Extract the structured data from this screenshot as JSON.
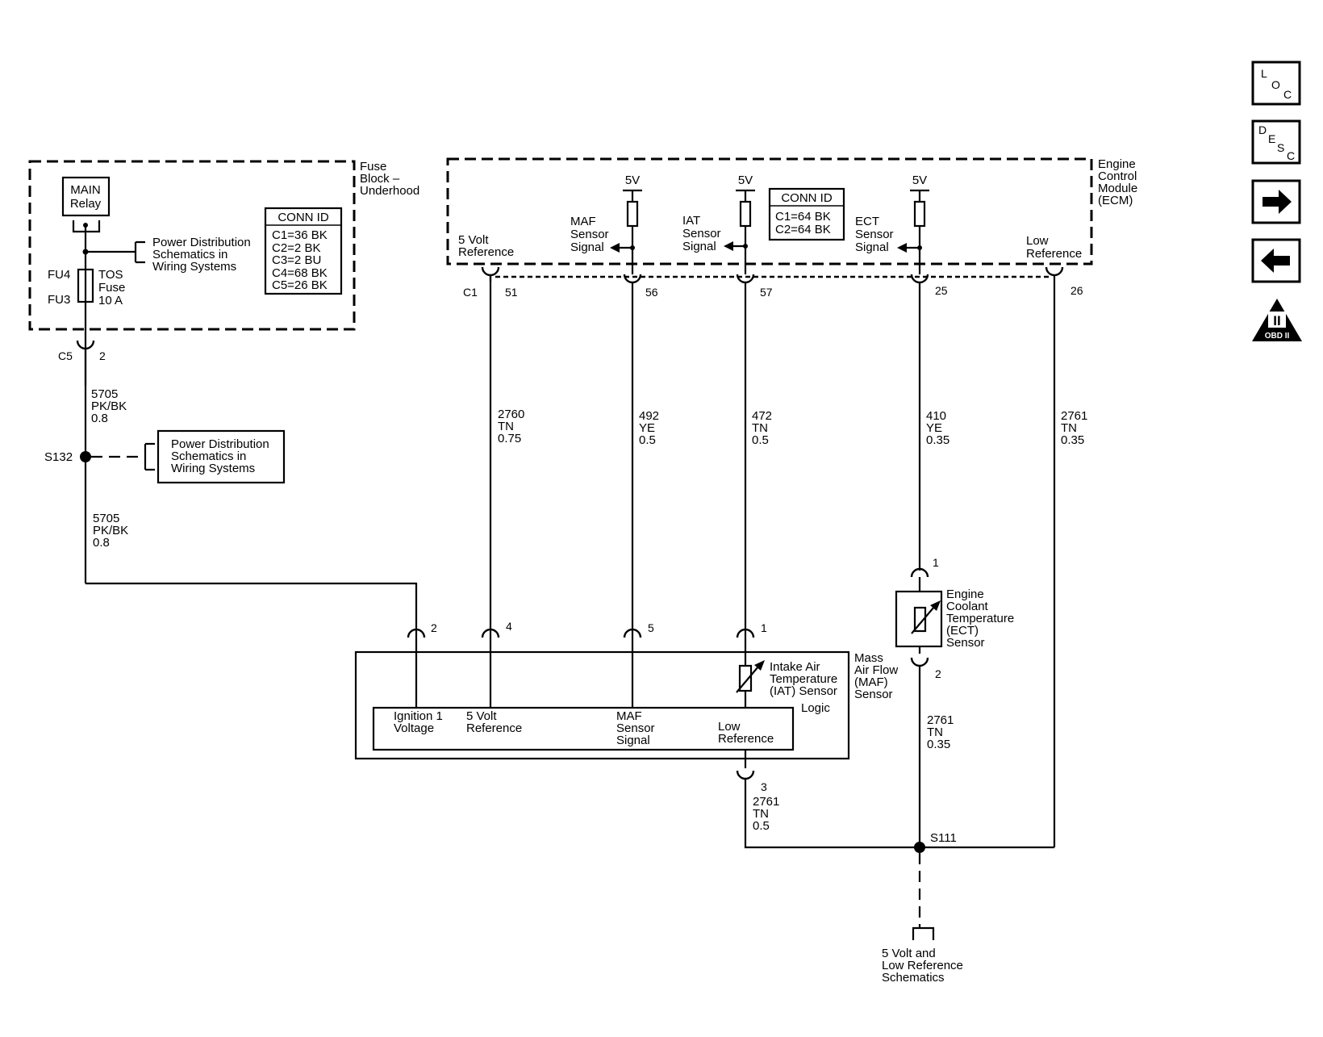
{
  "nav": {
    "loc": {
      "l1": "L",
      "l2": "O",
      "l3": "C"
    },
    "desc": {
      "l1": "D",
      "l2": "E",
      "l3": "S",
      "l4": "C"
    },
    "obd_label": "OBD II",
    "obd_mark": "II"
  },
  "fuse_block": {
    "label": [
      "Fuse",
      "Block –",
      "Underhood"
    ],
    "relay": [
      "MAIN",
      "Relay"
    ],
    "power_ref": [
      "Power Distribution",
      "Schematics in",
      "Wiring Systems"
    ],
    "fu4": "FU4",
    "fu3": "FU3",
    "fuse_label": [
      "TOS",
      "Fuse",
      "10 A"
    ],
    "conn_id_title": "CONN ID",
    "conn_ids": [
      "C1=36 BK",
      "C2=2 BK",
      "C3=2 BU",
      "C4=68 BK",
      "C5=26 BK"
    ],
    "connector": "C5",
    "pin": "2"
  },
  "ecm": {
    "label": [
      "Engine",
      "Control",
      "Module",
      "(ECM)"
    ],
    "conn_id_title": "CONN ID",
    "conn_ids": [
      "C1=64 BK",
      "C2=64 BK"
    ],
    "volt": "5V",
    "connector": "C1",
    "circuits": [
      {
        "label": [
          "5 Volt",
          "Reference"
        ],
        "pin": "51"
      },
      {
        "label": [
          "MAF",
          "Sensor",
          "Signal"
        ],
        "pin": "56"
      },
      {
        "label": [
          "IAT",
          "Sensor",
          "Signal"
        ],
        "pin": "57"
      },
      {
        "label": [
          "ECT",
          "Sensor",
          "Signal"
        ],
        "pin": "25"
      },
      {
        "label": [
          "Low",
          "Reference"
        ],
        "pin": "26"
      }
    ]
  },
  "wires": {
    "w5705_a": [
      "5705",
      "PK/BK",
      "0.8"
    ],
    "w5705_b": [
      "5705",
      "PK/BK",
      "0.8"
    ],
    "w2760": [
      "2760",
      "TN",
      "0.75"
    ],
    "w492": [
      "492",
      "YE",
      "0.5"
    ],
    "w472": [
      "472",
      "TN",
      "0.5"
    ],
    "w410": [
      "410",
      "YE",
      "0.35"
    ],
    "w2761_ecm": [
      "2761",
      "TN",
      "0.35"
    ],
    "w2761_ect": [
      "2761",
      "TN",
      "0.35"
    ],
    "w2761_maf": [
      "2761",
      "TN",
      "0.5"
    ]
  },
  "splices": {
    "s132": "S132",
    "s111": "S111"
  },
  "power_ref2": [
    "Power Distribution",
    "Schematics in",
    "Wiring Systems"
  ],
  "maf": {
    "label": [
      "Mass",
      "Air Flow",
      "(MAF)",
      "Sensor"
    ],
    "pins": [
      "2",
      "4",
      "5",
      "1",
      "3"
    ],
    "iat": [
      "Intake Air",
      "Temperature",
      "(IAT) Sensor"
    ],
    "logic": "Logic",
    "inner": {
      "ign": [
        "Ignition 1",
        "Voltage"
      ],
      "ref": [
        "5 Volt",
        "Reference"
      ],
      "maf": [
        "MAF",
        "Sensor",
        "Signal"
      ],
      "low": [
        "Low",
        "Reference"
      ]
    }
  },
  "ect": {
    "label": [
      "Engine",
      "Coolant",
      "Temperature",
      "(ECT)",
      "Sensor"
    ],
    "pin_top": "1",
    "pin_bottom": "2"
  },
  "ref_bottom": [
    "5 Volt and",
    "Low Reference",
    "Schematics"
  ]
}
